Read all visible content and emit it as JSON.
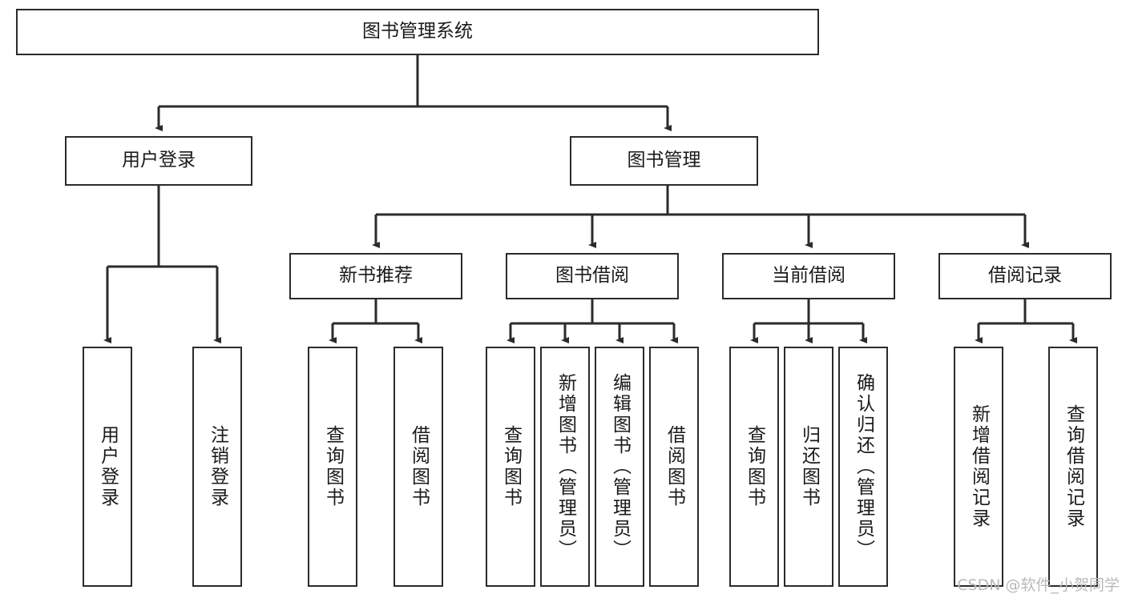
{
  "diagram": {
    "title": "图书管理系统",
    "type": "tree-hierarchy",
    "watermark": "CSDN @软件_小贺同学",
    "colors": {
      "stroke": "#2b2b2b",
      "fill": "#ffffff",
      "text": "#1a1a1a",
      "watermark": "#b9b9b9"
    },
    "nodes": {
      "root": {
        "label": "图书管理系统"
      },
      "level2": [
        {
          "label": "用户登录"
        },
        {
          "label": "图书管理"
        }
      ],
      "level3": [
        {
          "label": "新书推荐"
        },
        {
          "label": "图书借阅"
        },
        {
          "label": "当前借阅"
        },
        {
          "label": "借阅记录"
        }
      ],
      "leaves_user_login": [
        {
          "label": "用户登录"
        },
        {
          "label": "注销登录"
        }
      ],
      "leaves_new_books": [
        {
          "label": "查询图书"
        },
        {
          "label": "借阅图书"
        }
      ],
      "leaves_borrow": [
        {
          "label": "查询图书"
        },
        {
          "label": "新增图书（管理员）"
        },
        {
          "label": "编辑图书（管理员）"
        },
        {
          "label": "借阅图书"
        }
      ],
      "leaves_current": [
        {
          "label": "查询图书"
        },
        {
          "label": "归还图书"
        },
        {
          "label": "确认归还（管理员）"
        }
      ],
      "leaves_records": [
        {
          "label": "新增借阅记录"
        },
        {
          "label": "查询借阅记录"
        }
      ]
    }
  }
}
